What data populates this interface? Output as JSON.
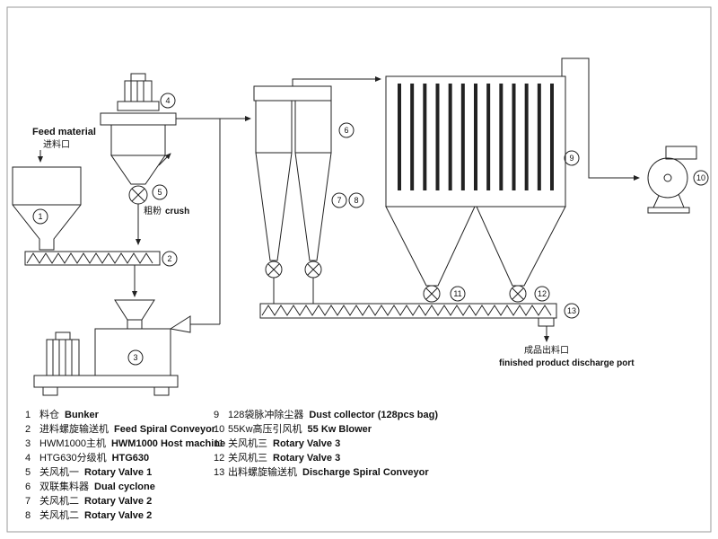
{
  "labels": {
    "feed_material_en": "Feed material",
    "feed_material_cn": "进料口",
    "crush_cn": "粗粉",
    "crush_en": "crush",
    "discharge_cn": "成品出料口",
    "discharge_en": "finished product discharge port"
  },
  "legend": {
    "items": [
      {
        "num": "1",
        "cn": "料仓",
        "en": "Bunker"
      },
      {
        "num": "2",
        "cn": "进料螺旋输送机",
        "en": "Feed Spiral Conveyor"
      },
      {
        "num": "3",
        "cn": "HWM1000主机",
        "en": "HWM1000 Host machine"
      },
      {
        "num": "4",
        "cn": "HTG630分级机",
        "en": "HTG630"
      },
      {
        "num": "5",
        "cn": "关风机一",
        "en": "Rotary Valve 1"
      },
      {
        "num": "6",
        "cn": "双联集料器",
        "en": "Dual cyclone"
      },
      {
        "num": "7",
        "cn": "关风机二",
        "en": "Rotary Valve 2"
      },
      {
        "num": "8",
        "cn": "关风机二",
        "en": "Rotary Valve 2"
      },
      {
        "num": "9",
        "cn": "128袋脉冲除尘器",
        "en": "Dust collector (128pcs bag)"
      },
      {
        "num": "10",
        "cn": "55Kw高压引风机",
        "en": "55 Kw Blower"
      },
      {
        "num": "11",
        "cn": "关风机三",
        "en": "Rotary Valve 3"
      },
      {
        "num": "12",
        "cn": "关风机三",
        "en": "Rotary Valve 3"
      },
      {
        "num": "13",
        "cn": "出料螺旋输送机",
        "en": "Discharge Spiral Conveyor"
      }
    ]
  },
  "colors": {
    "line": "#222222",
    "background": "#ffffff"
  }
}
